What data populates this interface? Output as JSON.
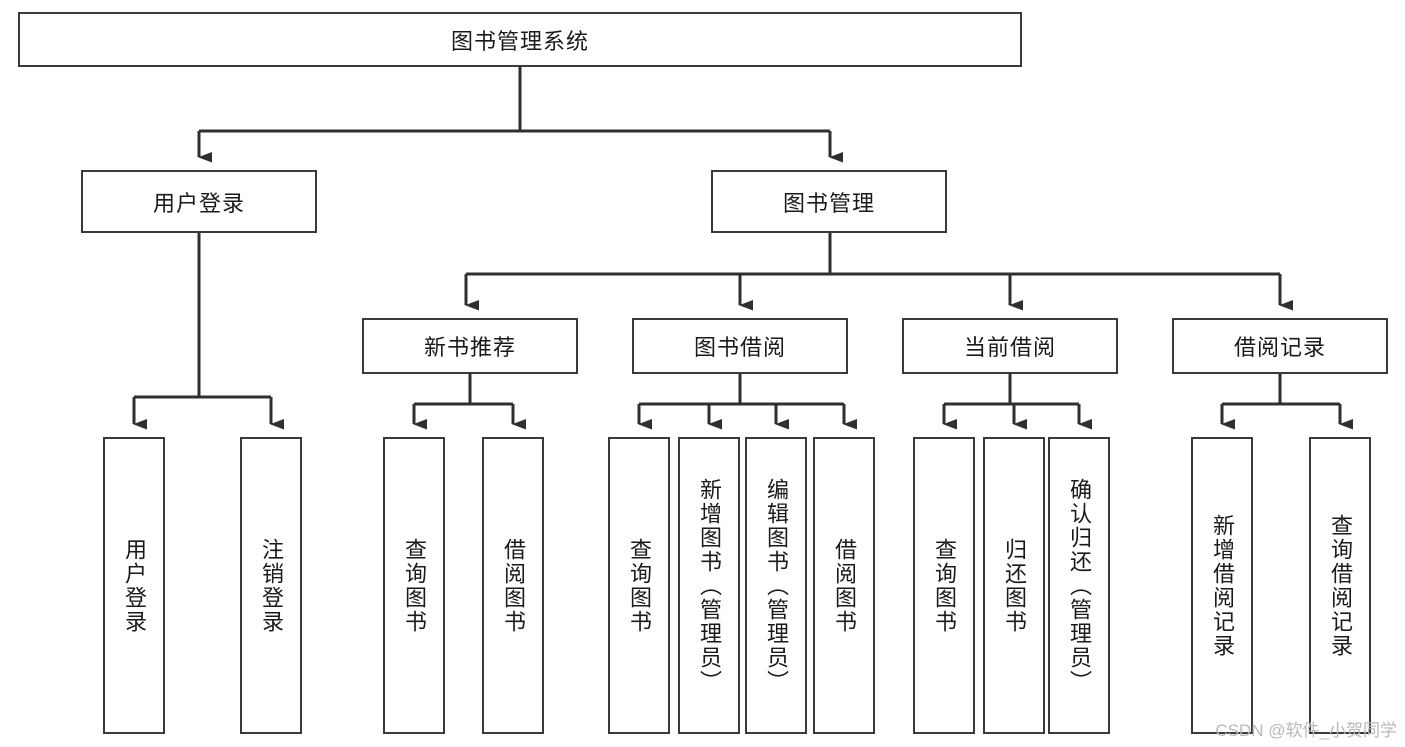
{
  "diagram": {
    "title": "图书管理系统",
    "type": "tree-hierarchy-chart",
    "colors": {
      "box_border": "#3a3a3a",
      "box_fill": "#ffffff",
      "edge": "#2f2f2f",
      "text": "#1a1a1a",
      "watermark": "#b9b9b9"
    },
    "root": {
      "id": "root",
      "label": "图书管理系统"
    },
    "level2": [
      {
        "id": "user-login",
        "label": "用户登录"
      },
      {
        "id": "book-management",
        "label": "图书管理"
      }
    ],
    "level3": [
      {
        "id": "new-book-recommend",
        "label": "新书推荐",
        "parent": "book-management"
      },
      {
        "id": "book-borrow",
        "label": "图书借阅",
        "parent": "book-management"
      },
      {
        "id": "current-borrow",
        "label": "当前借阅",
        "parent": "book-management"
      },
      {
        "id": "borrow-record",
        "label": "借阅记录",
        "parent": "book-management"
      }
    ],
    "leaves": [
      {
        "id": "leaf-user-login",
        "label": "用户登录",
        "parent": "user-login"
      },
      {
        "id": "leaf-logout-login",
        "label": "注销登录",
        "parent": "user-login"
      },
      {
        "id": "leaf-query-book-1",
        "label": "查询图书",
        "parent": "new-book-recommend"
      },
      {
        "id": "leaf-borrow-book-1",
        "label": "借阅图书",
        "parent": "new-book-recommend"
      },
      {
        "id": "leaf-query-book-2",
        "label": "查询图书",
        "parent": "book-borrow"
      },
      {
        "id": "leaf-add-book",
        "label": "新增图书（管理员）",
        "parent": "book-borrow"
      },
      {
        "id": "leaf-edit-book",
        "label": "编辑图书（管理员）",
        "parent": "book-borrow"
      },
      {
        "id": "leaf-borrow-book-2",
        "label": "借阅图书",
        "parent": "book-borrow"
      },
      {
        "id": "leaf-query-book-3",
        "label": "查询图书",
        "parent": "current-borrow"
      },
      {
        "id": "leaf-return-book",
        "label": "归还图书",
        "parent": "current-borrow"
      },
      {
        "id": "leaf-confirm-return",
        "label": "确认归还（管理员）",
        "parent": "current-borrow"
      },
      {
        "id": "leaf-add-record",
        "label": "新增借阅记录",
        "parent": "borrow-record"
      },
      {
        "id": "leaf-query-record",
        "label": "查询借阅记录",
        "parent": "borrow-record"
      }
    ]
  },
  "watermark": {
    "text": "CSDN @软件_小贺同学"
  }
}
